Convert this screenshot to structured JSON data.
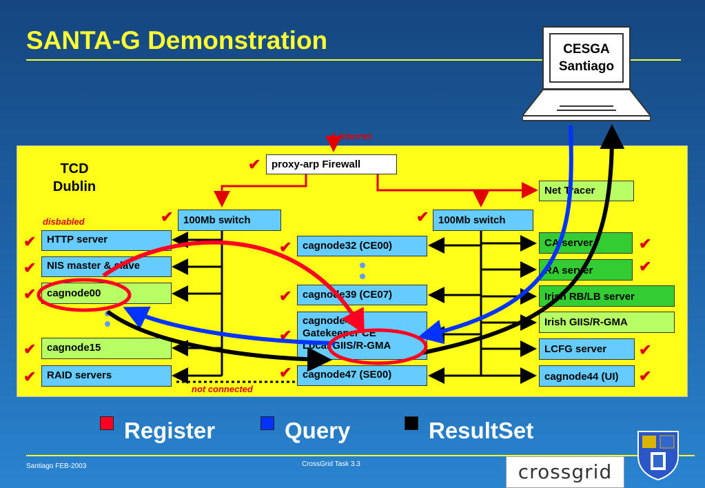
{
  "slide": {
    "title": "SANTA-G Demonstration",
    "footer_left": "Santiago FEB-2003",
    "footer_center": "CrossGrid Task 3.3",
    "logo_text": "crossgrid"
  },
  "cesga": {
    "line1": "CESGA",
    "line2": "Santiago"
  },
  "internet_label": "Internet",
  "tcd": {
    "line1": "TCD",
    "line2": "Dublin"
  },
  "disabled_label": "disbabled",
  "not_connected_label": "not connected",
  "nodes": {
    "firewall": "proxy-arp Firewall",
    "net_tracer": "Net Tracer",
    "switch_left": "100Mb switch",
    "switch_right": "100Mb switch",
    "http_server": "HTTP server",
    "nis": "NIS master & slave",
    "cagnode00": "cagnode00",
    "cagnode15": "cagnode15",
    "raid": "RAID servers",
    "cagnode32": "cagnode32 (CE00)",
    "cagnode39": "cagnode39 (CE07)",
    "cagnode45_l1": "cagnode45",
    "cagnode45_l2": "Gatekeeper CE",
    "cagnode45_l3": "Local GIIS/R-GMA",
    "cagnode47": "cagnode47 (SE00)",
    "ca_server": "CA server",
    "ra_server": "RA server",
    "irish_rb": "Irish RB/LB server",
    "irish_giis": "Irish GIIS/R-GMA",
    "lcfg": "LCFG server",
    "cagnode44": "cagnode44 (UI)"
  },
  "legend": [
    {
      "label": "Register",
      "color": "#ff0022"
    },
    {
      "label": "Query",
      "color": "#0033ff"
    },
    {
      "label": "ResultSet",
      "color": "#000000"
    }
  ],
  "check_glyph": "✔",
  "colors": {
    "title": "#ffff33",
    "panel": "#ffff1a",
    "register": "#ff0022",
    "query": "#0033ff",
    "resultset": "#000000"
  }
}
